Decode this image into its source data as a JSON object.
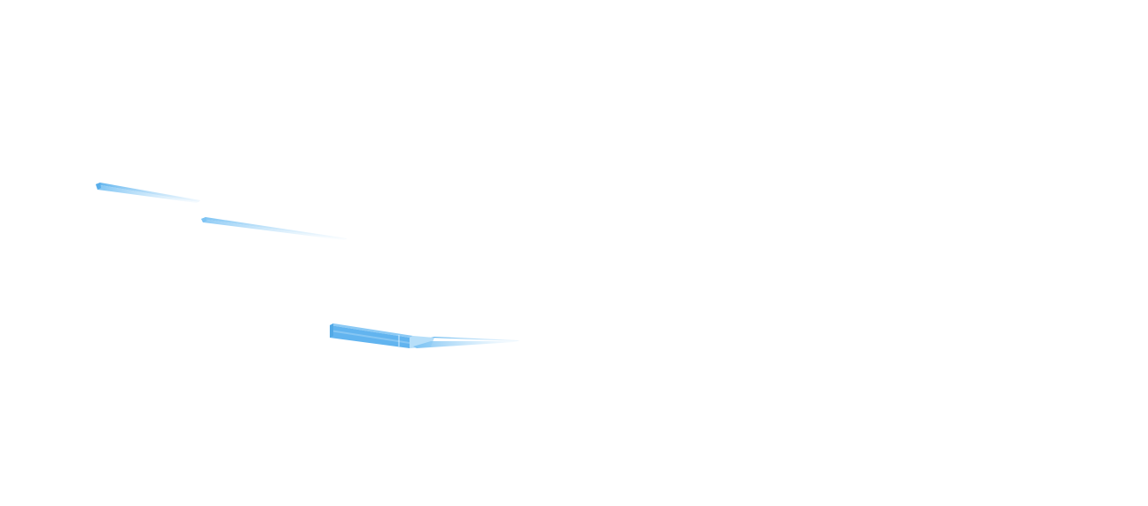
{
  "scene": {
    "background_color": "#ffffff",
    "shape_color": "#66b8f0",
    "shape_highlight_color": "#a8d8fb",
    "shape_edge_color": "#3f9ee0",
    "objects": [
      {
        "name": "thin-prism-upper-left",
        "kind": "tapered-prism"
      },
      {
        "name": "thin-prism-middle",
        "kind": "tapered-prism"
      },
      {
        "name": "bent-prism-bottom",
        "kind": "bent-tapered-prism"
      }
    ]
  }
}
